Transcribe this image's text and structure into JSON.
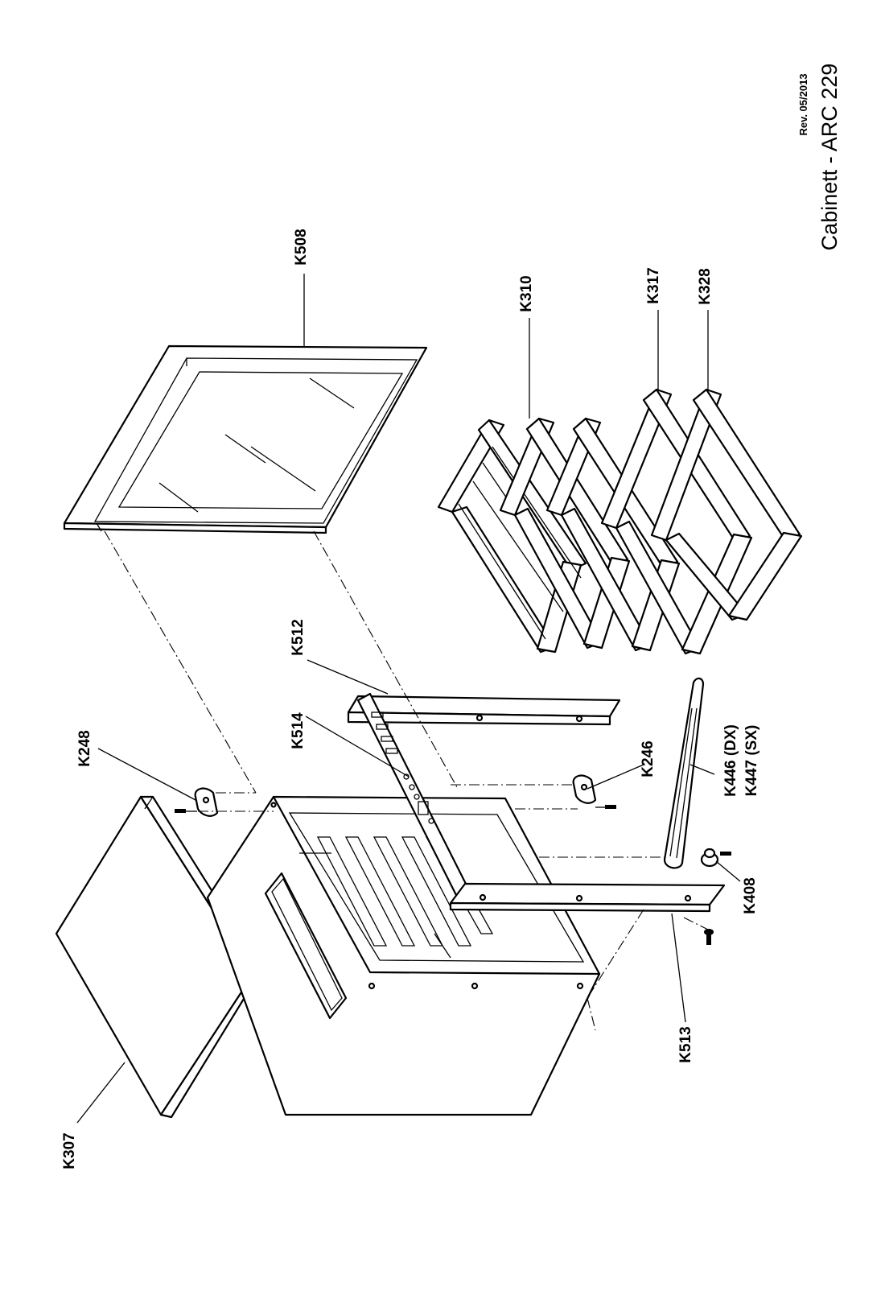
{
  "title": "Cabinett - ARC 229",
  "revision": "Rev. 05/2013",
  "parts": {
    "k307": "K307",
    "k248": "K248",
    "k514": "K514",
    "k512": "K512",
    "k508": "K508",
    "k310": "K310",
    "k317": "K317",
    "k328": "K328",
    "k246": "K246",
    "k446": "K446 (DX)",
    "k447": "K447 (SX)",
    "k408": "K408",
    "k513": "K513"
  }
}
